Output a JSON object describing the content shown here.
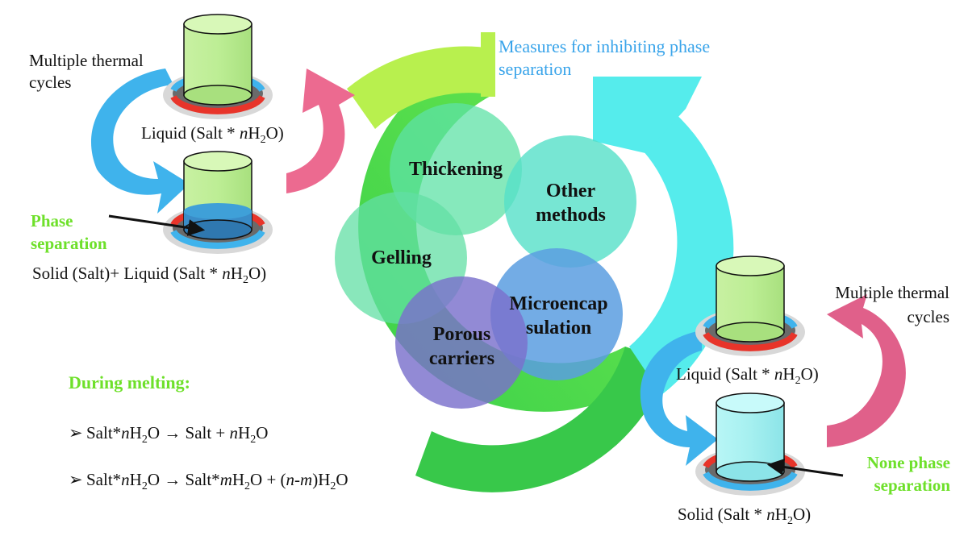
{
  "title_measures": "Measures for inhibiting phase separation",
  "methods": {
    "thickening": "Thickening",
    "other_line1": "Other",
    "other_line2": "methods",
    "gelling": "Gelling",
    "micro_line1": "Microencap",
    "micro_line2": "sulation",
    "porous_line1": "Porous",
    "porous_line2": "carriers"
  },
  "left": {
    "multiple_line1": "Multiple thermal",
    "multiple_line2": "cycles",
    "liquid_label": "Liquid (Salt * ",
    "phase_line1": "Phase",
    "phase_line2": "separation",
    "solid_liquid_label": "Solid (Salt)+ Liquid (Salt * "
  },
  "right": {
    "multiple_line1": "Multiple thermal",
    "multiple_line2": "cycles",
    "liquid_label": "Liquid (Salt * ",
    "none_line1": "None phase",
    "none_line2": "separation",
    "solid_label": "Solid (Salt * "
  },
  "formula": {
    "n": "n",
    "m": "m",
    "h": "H",
    "two": "2",
    "o_close": "O)",
    "o": "O"
  },
  "melting": {
    "title": "During melting:",
    "eq1_a": "Salt*",
    "eq1_b": "H",
    "eq1_c": "O → Salt + ",
    "eq1_d": "H",
    "eq1_e": "O",
    "eq2_a": "Salt*",
    "eq2_b": "H",
    "eq2_c": "O → Salt*",
    "eq2_d": "H",
    "eq2_e": "O + (",
    "eq2_f": "-",
    "eq2_g": ")H",
    "eq2_h": "O"
  },
  "colors": {
    "ring_green": "#58e64a",
    "ring_yellowgreen": "#b6f04c",
    "ring_cyan": "#52ecec",
    "arrow_blue": "#3fb3ec",
    "arrow_pink": "#ec6a90",
    "label_green": "#6ee02a",
    "label_blue": "#39a4ea"
  }
}
